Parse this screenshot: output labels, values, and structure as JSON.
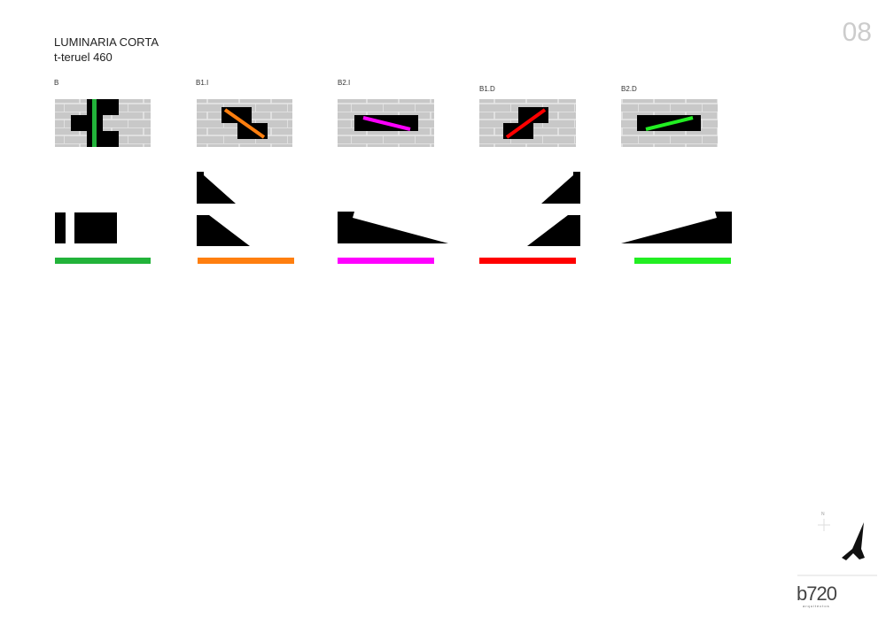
{
  "header": {
    "title": "LUMINARIA CORTA",
    "subtitle": "t-teruel 460",
    "page_number": "08"
  },
  "variants": [
    {
      "label": "B",
      "color": "#22b33a"
    },
    {
      "label": "B1.I",
      "color": "#ff7f0f"
    },
    {
      "label": "B2.I",
      "color": "#ff00ff"
    },
    {
      "label": "B1.D",
      "color": "#ff0000"
    },
    {
      "label": "B2.D",
      "color": "#22ee22"
    }
  ],
  "footer": {
    "logo": "b720",
    "logo_sub": "arquitectos",
    "north": "N"
  }
}
